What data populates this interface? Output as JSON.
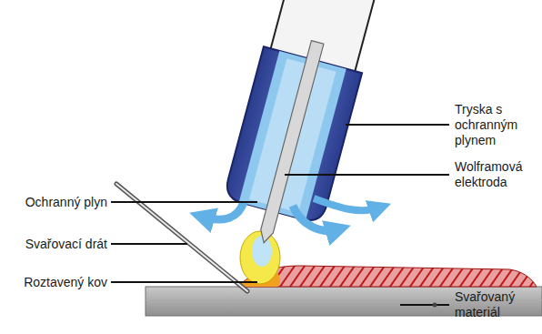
{
  "diagram": {
    "labels": [
      "Tryska s ochranným plynem",
      "Wolframová elektroda",
      "Ochranný plyn",
      "Svařovací drát",
      "Roztavený kov",
      "Svařovaný materiál"
    ]
  }
}
